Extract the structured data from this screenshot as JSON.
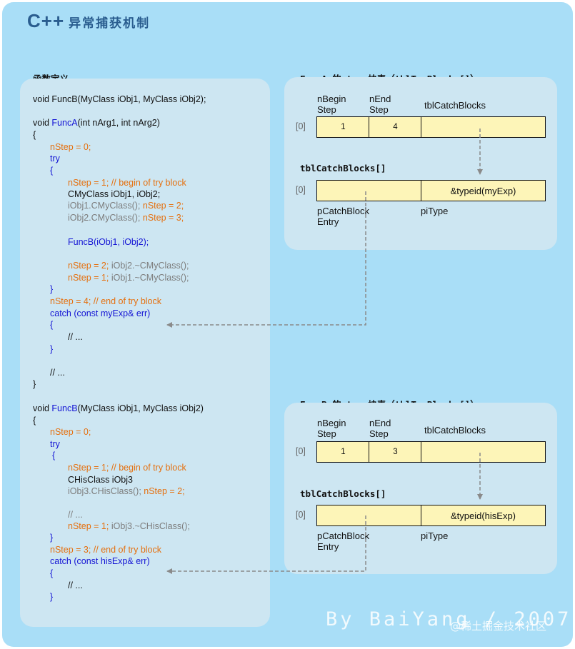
{
  "title": {
    "main": "C++",
    "sub": "异常捕获机制"
  },
  "headings": {
    "code": "函数定义",
    "funcA_table": "FuncA 的 try 块表（tblTryBlocks[]）",
    "funcA_catch": "tblCatchBlocks[]",
    "funcB_table": "FuncB 的 try 块表（tblTryBlocks[]）",
    "funcB_catch": "tblCatchBlocks[]"
  },
  "code": {
    "decl": "void FuncB(MyClass iObj1, MyClass iObj2);",
    "fa_sig_a": "void ",
    "fa_sig_b": "FuncA",
    "fa_sig_c": "(int nArg1, int nArg2)",
    "open": "{",
    "close": "}",
    "fa_nstep0": "nStep = 0;",
    "try": "try",
    "fa_nstep1": "nStep = 1; // begin of try block",
    "fa_ctor": "CMyClass iObj1, iObj2;",
    "fa_c1a": "iObj1.CMyClass(); ",
    "fa_c1b": "nStep = 2;",
    "fa_c2a": "iObj2.CMyClass(); ",
    "fa_c2b": "nStep = 3;",
    "fa_call": "FuncB(iObj1, iObj2);",
    "fa_d1a": "nStep = 2; ",
    "fa_d1b": "iObj2.~CMyClass();",
    "fa_d2a": "nStep = 1; ",
    "fa_d2b": "iObj1.~CMyClass();",
    "fa_nstep4": "nStep = 4; // end of try block",
    "fa_catch": "catch (const myExp& err)",
    "ellipsis": "// ...",
    "fb_sig_a": "void ",
    "fb_sig_b": "FuncB",
    "fb_sig_c": "(MyClass iObj1, MyClass iObj2)",
    "fb_nstep0": "nStep = 0;",
    "fb_nstep1": "nStep = 1; // begin of try block",
    "fb_ctor": "CHisClass iObj3",
    "fb_c1a": "iObj3.CHisClass(); ",
    "fb_c1b": "nStep = 2;",
    "fb_ell1": "// ...",
    "fb_d1a": "nStep = 1; ",
    "fb_d1b": "iObj3.~CHisClass();",
    "fb_nstep3": "nStep = 3; // end of try block",
    "fb_catch": "catch (const hisExp& err)",
    "fb_ell2": "// ..."
  },
  "tableA": {
    "col1": "nBegin\nStep",
    "col2": "nEnd\nStep",
    "col3": "tblCatchBlocks",
    "index": "[0]",
    "begin": "1",
    "end": "4",
    "catch_index": "[0]",
    "typeid": "&typeid(myExp)",
    "entry_label": "pCatchBlock\nEntry",
    "type_label": "piType"
  },
  "tableB": {
    "col1": "nBegin\nStep",
    "col2": "nEnd\nStep",
    "col3": "tblCatchBlocks",
    "index": "[0]",
    "begin": "1",
    "end": "3",
    "catch_index": "[0]",
    "typeid": "&typeid(hisExp)",
    "entry_label": "pCatchBlock\nEntry",
    "type_label": "piType"
  },
  "credit": "By BaiYang / 2007",
  "watermark": "@稀土掘金技术社区",
  "colors": {
    "background": "#a9def7",
    "panel": "#cde6f2",
    "cell": "#fdf5b8",
    "keyword": "#1515d4",
    "step": "#e5700f",
    "call": "#7d7d7d",
    "title": "#2a5d8f"
  }
}
